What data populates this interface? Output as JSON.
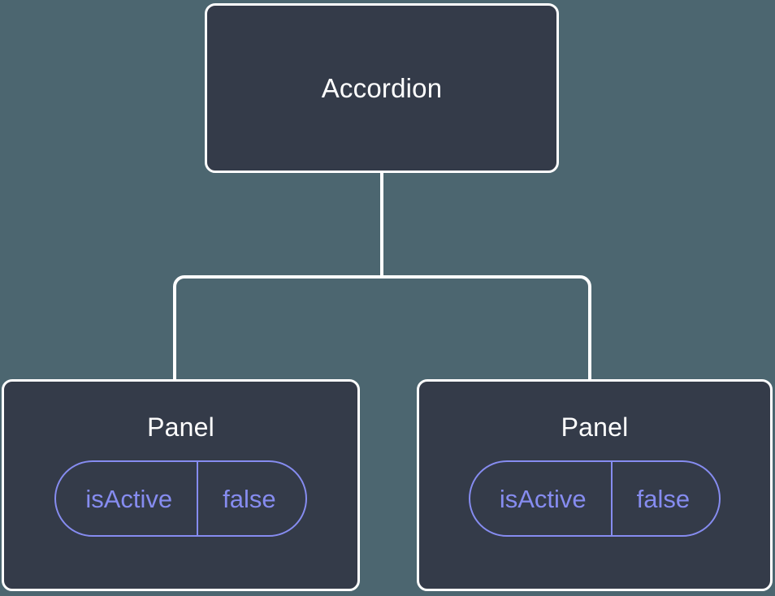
{
  "diagram": {
    "type": "component-tree",
    "background_color": "#4c6670",
    "node_fill_color": "#343b49",
    "node_border_color": "#ffffff",
    "node_text_color": "#ffffff",
    "prop_accent_color": "#868cf0",
    "edge_color": "#ffffff",
    "root": {
      "id": "accordion",
      "label": "Accordion",
      "children": [
        "panel-1",
        "panel-2"
      ]
    },
    "nodes": [
      {
        "id": "panel-1",
        "label": "Panel",
        "props": [
          {
            "key": "isActive",
            "value": "false"
          }
        ]
      },
      {
        "id": "panel-2",
        "label": "Panel",
        "props": [
          {
            "key": "isActive",
            "value": "false"
          }
        ]
      }
    ]
  }
}
